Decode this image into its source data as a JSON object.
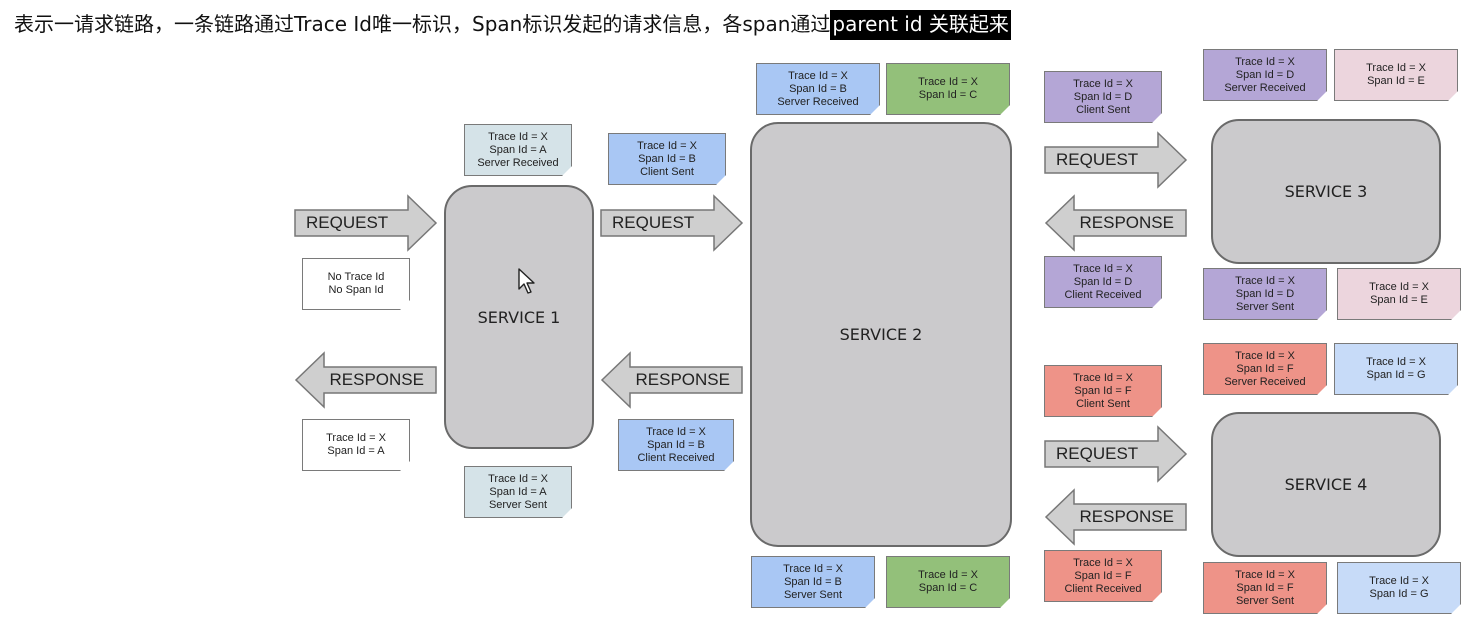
{
  "caption": {
    "text": "表示一请求链路，一条链路通过Trace Id唯一标识，Span标识发起的请求信息，各span通过",
    "highlight": "parent id 关联起来"
  },
  "services": {
    "s1": "SERVICE 1",
    "s2": "SERVICE 2",
    "s3": "SERVICE 3",
    "s4": "SERVICE 4"
  },
  "arrows": {
    "a1": "REQUEST",
    "a2": "REQUEST",
    "a3": "RESPONSE",
    "a4": "RESPONSE",
    "a5": "REQUEST",
    "a6": "RESPONSE",
    "a7": "REQUEST",
    "a8": "RESPONSE"
  },
  "notes": {
    "n1": "No Trace Id\nNo Span Id",
    "n2": "Trace Id = X\nSpan Id = A",
    "n3": "Trace Id = X\nSpan Id = A\nServer Received",
    "n4": "Trace Id = X\nSpan Id = A\nServer Sent",
    "n5": "Trace Id = X\nSpan Id = B\nClient Sent",
    "n6": "Trace Id = X\nSpan Id = B\nClient Received",
    "n7": "Trace Id = X\nSpan Id = B\nServer Received",
    "n8": "Trace Id = X\nSpan Id = C",
    "n9": "Trace Id = X\nSpan Id = B\nServer Sent",
    "n10": "Trace Id = X\nSpan Id = C",
    "n11": "Trace Id = X\nSpan Id = D\nClient Sent",
    "n12": "Trace Id = X\nSpan Id = D\nClient Received",
    "n13": "Trace Id = X\nSpan Id = D\nServer Received",
    "n14": "Trace Id = X\nSpan Id = E",
    "n15": "Trace Id = X\nSpan Id = D\nServer Sent",
    "n16": "Trace Id = X\nSpan Id = E",
    "n17": "Trace Id = X\nSpan Id = F\nClient Sent",
    "n18": "Trace Id = X\nSpan Id = F\nClient Received",
    "n19": "Trace Id = X\nSpan Id = F\nServer Received",
    "n20": "Trace Id = X\nSpan Id = G",
    "n21": "Trace Id = X\nSpan Id = F\nServer Sent",
    "n22": "Trace Id = X\nSpan Id = G"
  },
  "icons": {
    "cursor": "mouse-pointer-icon"
  },
  "colors": {
    "service_fill": "#cbcacc",
    "arrow_fill": "#cfcfcf",
    "note_white": "#ffffff",
    "note_lightblue": "#d5e3e8",
    "note_blue": "#a9c7f4",
    "note_green": "#93c07a",
    "note_purple": "#b4a6d6",
    "note_pink": "#ecd5dd",
    "note_red": "#ee9388",
    "note_paleblue": "#c7dbf8"
  }
}
